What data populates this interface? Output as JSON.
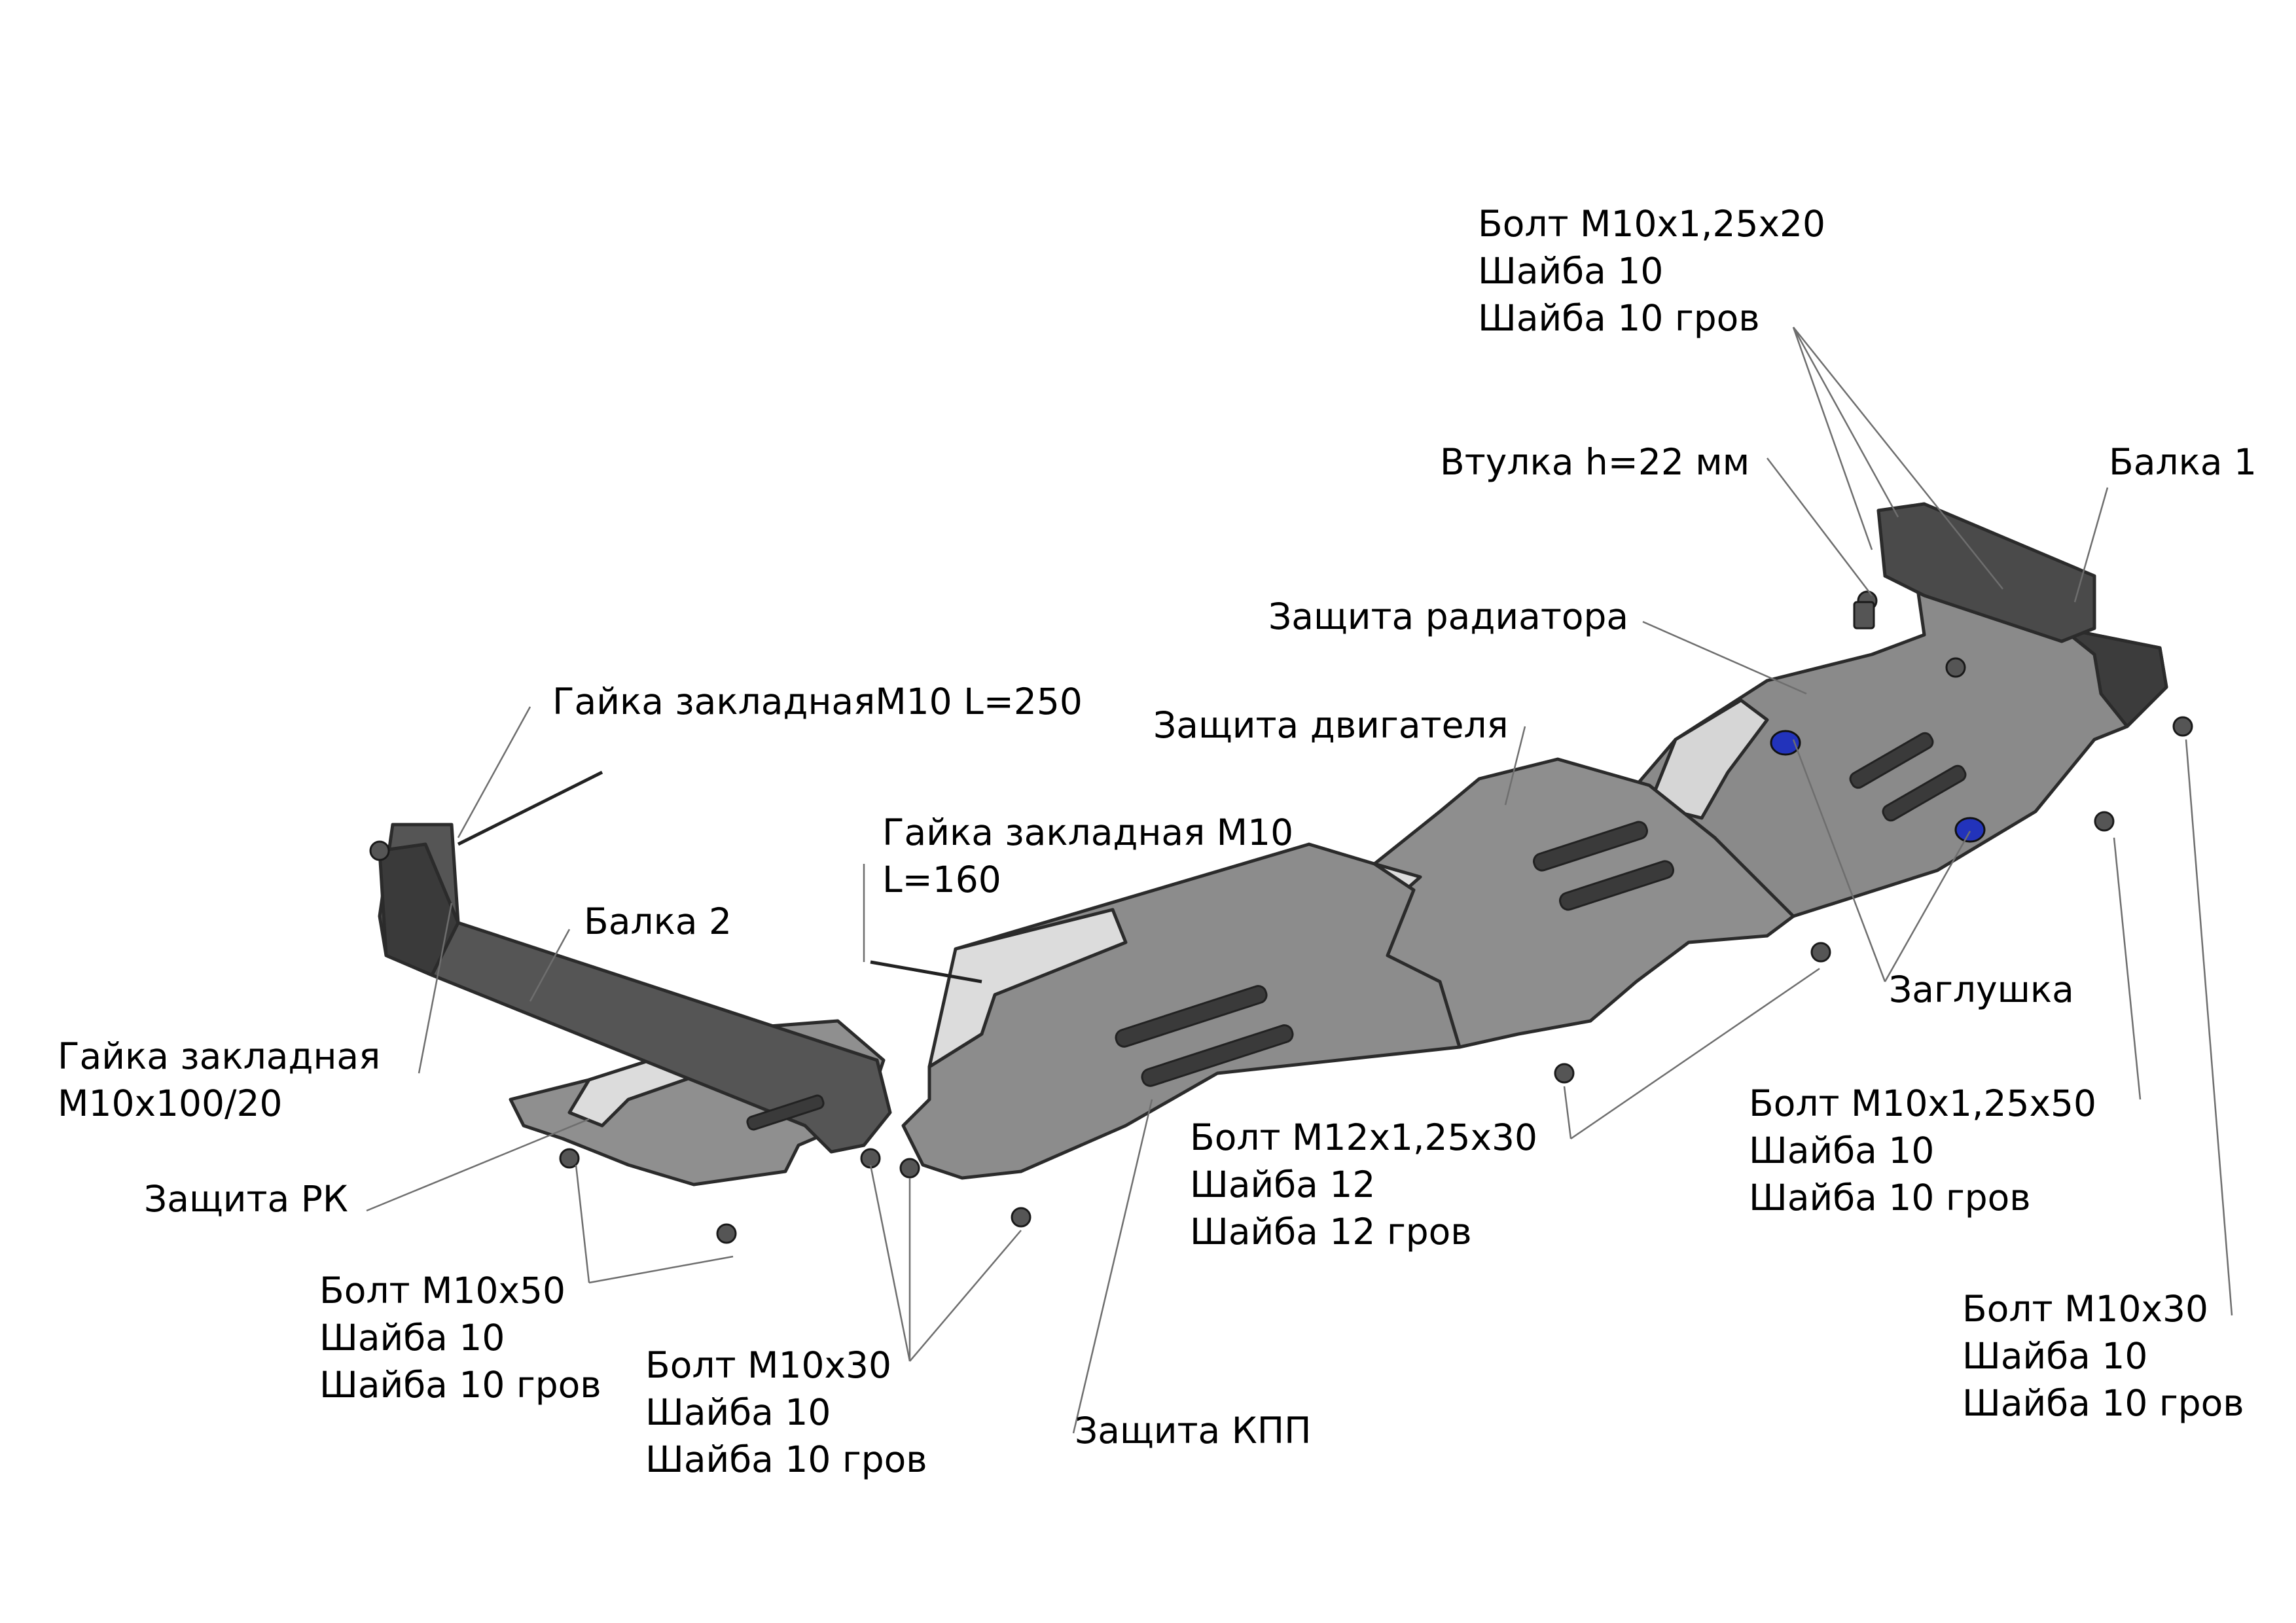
{
  "colors": {
    "background": "#ffffff",
    "plate_dark": "#7a7a7a",
    "plate_mid": "#9a9a9a",
    "plate_light": "#c8c8c8",
    "plate_edge": "#2b2b2b",
    "slot": "#3a3a3a",
    "leader": "#6e6e6e",
    "plug_blue": "#2233bb",
    "text": "#000000"
  },
  "labels": {
    "bolt_top_right": {
      "line1": "Болт М10х1,25х20",
      "line2": "Шайба 10",
      "line3": "Шайба 10 гров"
    },
    "bushing": {
      "line1": "Втулка h=22 мм"
    },
    "beam1": {
      "line1": "Балка 1"
    },
    "radiator_guard": {
      "line1": "Защита радиатора"
    },
    "engine_guard": {
      "line1": "Защита двигателя"
    },
    "nut_m10_l250": {
      "line1": "Гайка закладнаяМ10 L=250"
    },
    "nut_m10_l160": {
      "line1": "Гайка закладная М10",
      "line2": "L=160"
    },
    "beam2": {
      "line1": "Балка 2"
    },
    "nut_m10x100": {
      "line1": "Гайка закладная",
      "line2": "М10х100/20"
    },
    "transfer_guard": {
      "line1": "Защита РК"
    },
    "plug": {
      "line1": "Заглушка"
    },
    "bolt_m12": {
      "line1": "Болт М12х1,25х30",
      "line2": "Шайба 12",
      "line3": "Шайба 12 гров"
    },
    "bolt_m10x125x50": {
      "line1": "Болт М10х1,25х50",
      "line2": "Шайба 10",
      "line3": "Шайба 10 гров"
    },
    "bolt_m10x50": {
      "line1": "Болт М10х50",
      "line2": "Шайба 10",
      "line3": "Шайба 10 гров"
    },
    "bolt_m10x30_mid": {
      "line1": "Болт М10х30",
      "line2": "Шайба 10",
      "line3": "Шайба 10 гров"
    },
    "gearbox_guard": {
      "line1": "Защита КПП"
    },
    "bolt_m10x30_right": {
      "line1": "Болт М10х30",
      "line2": "Шайба 10",
      "line3": "Шайба 10 гров"
    }
  }
}
